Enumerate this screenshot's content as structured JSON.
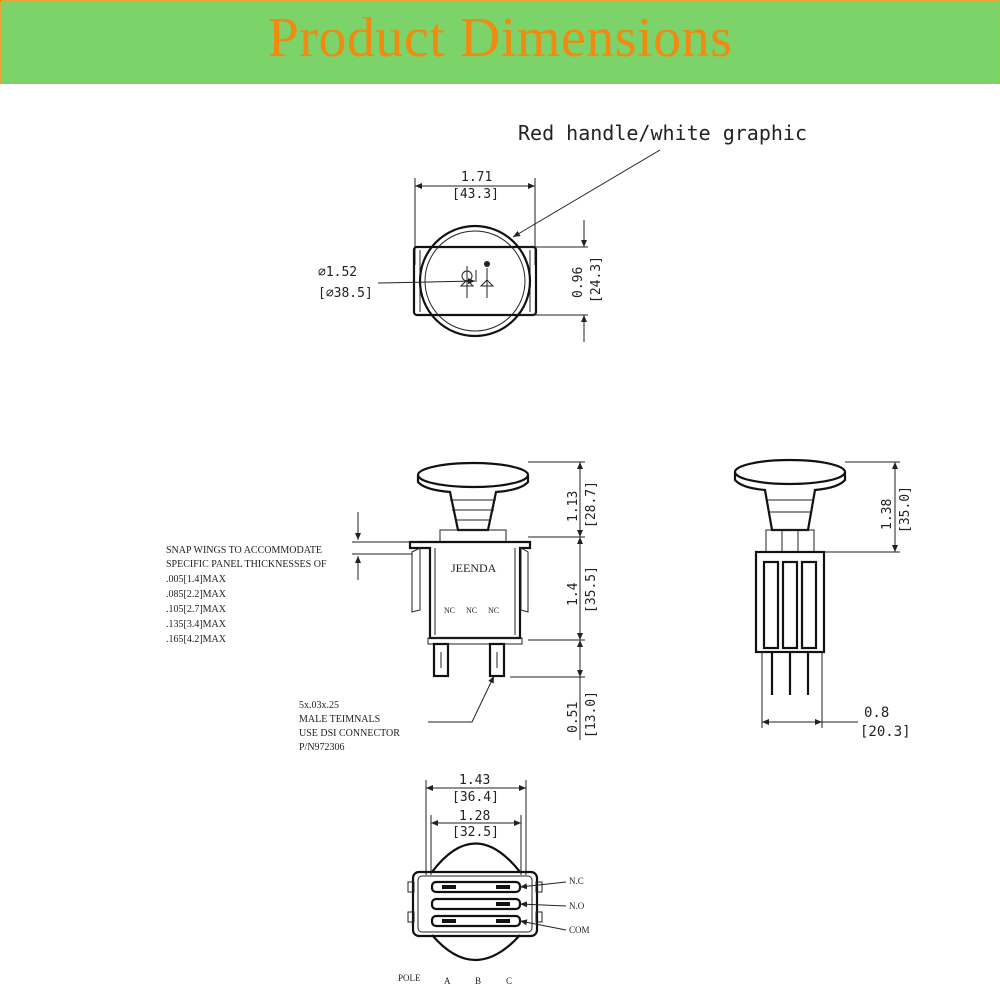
{
  "banner": {
    "title": "Product Dimensions",
    "background": "#7bd36a",
    "text_color": "#f08a10"
  },
  "front_view": {
    "callout": "Red handle/white graphic",
    "width_in": "1.71",
    "width_mm": "[43.3]",
    "dia_in": "⌀1.52",
    "dia_mm": "[⌀38.5]",
    "height_in": "0.96",
    "height_mm": "[24.3]"
  },
  "side_view": {
    "handle_in": "1.13",
    "handle_mm": "[28.7]",
    "body_in": "1.4",
    "body_mm": "[35.5]",
    "term_in": "0.51",
    "term_mm": "[13.0]",
    "brand": "JEENDA",
    "nc_labels": [
      "NC",
      "NC",
      "NC"
    ],
    "snap_note": [
      "SNAP WINGS TO ACCOMMODATE",
      "SPECIFIC PANEL THICKNESSES OF"
    ],
    "thicknesses": [
      ".005[1.4]MAX",
      ".085[2.2]MAX",
      ".105[2.7]MAX",
      ".135[3.4]MAX",
      ".165[4.2]MAX"
    ],
    "terminal_note": [
      "5x.03x.25",
      "MALE TEIMNALS",
      "USE DSI CONNECTOR",
      "P/N972306"
    ]
  },
  "right_view": {
    "height_in": "1.38",
    "height_mm": "[35.0]",
    "depth_in": "0.8",
    "depth_mm": "[20.3]"
  },
  "bottom_view": {
    "outer_in": "1.43",
    "outer_mm": "[36.4]",
    "inner_in": "1.28",
    "inner_mm": "[32.5]",
    "pins": [
      "N.C",
      "N.O",
      "COM"
    ],
    "pole_label": "POLE",
    "pole_letters": [
      "A",
      "B",
      "C"
    ]
  }
}
